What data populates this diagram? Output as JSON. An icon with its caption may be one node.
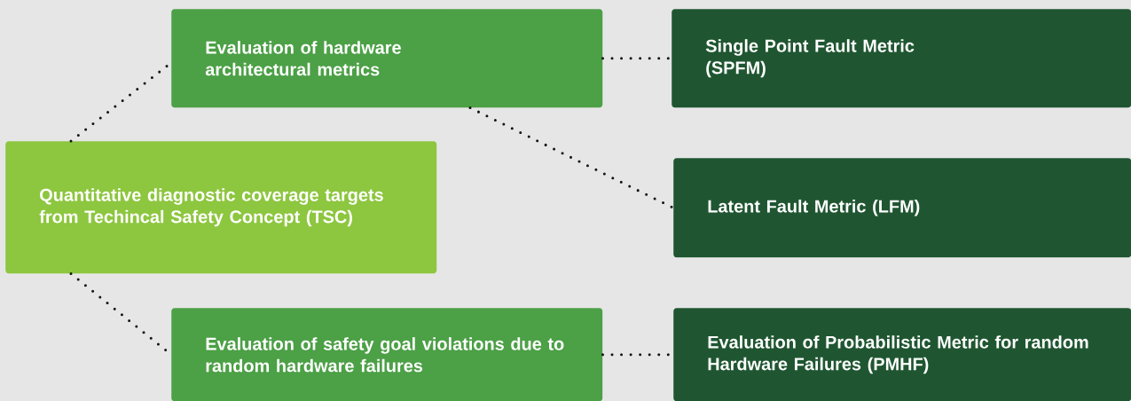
{
  "diagram": {
    "nodes": [
      {
        "text": [
          "Quantitative diagnostic coverage targets from Techincal Safety Concept (TSC)"
        ]
      },
      {
        "text": [
          "Evaluation of hardware architectural metrics"
        ]
      },
      {
        "text": [
          "Evaluation of safety goal violations due to random hardware failures"
        ]
      },
      {
        "text": [
          "Single Point Fault Metric (SPFM)"
        ]
      },
      {
        "text": [
          "Latent Fault Metric (LFM)"
        ]
      },
      {
        "text": [
          "Evaluation of Probabilistic Metric for random Hardware Failures (PMHF)"
        ]
      }
    ],
    "edges": [
      {
        "from": 0,
        "to": 1,
        "arrow": "none"
      },
      {
        "from": 1,
        "to": 3,
        "arrow": "none"
      },
      {
        "from": 1,
        "to": 4,
        "arrow": "none"
      },
      {
        "from": 0,
        "to": 2,
        "arrow": "none"
      },
      {
        "from": 2,
        "to": 5,
        "arrow": "none"
      }
    ]
  }
}
